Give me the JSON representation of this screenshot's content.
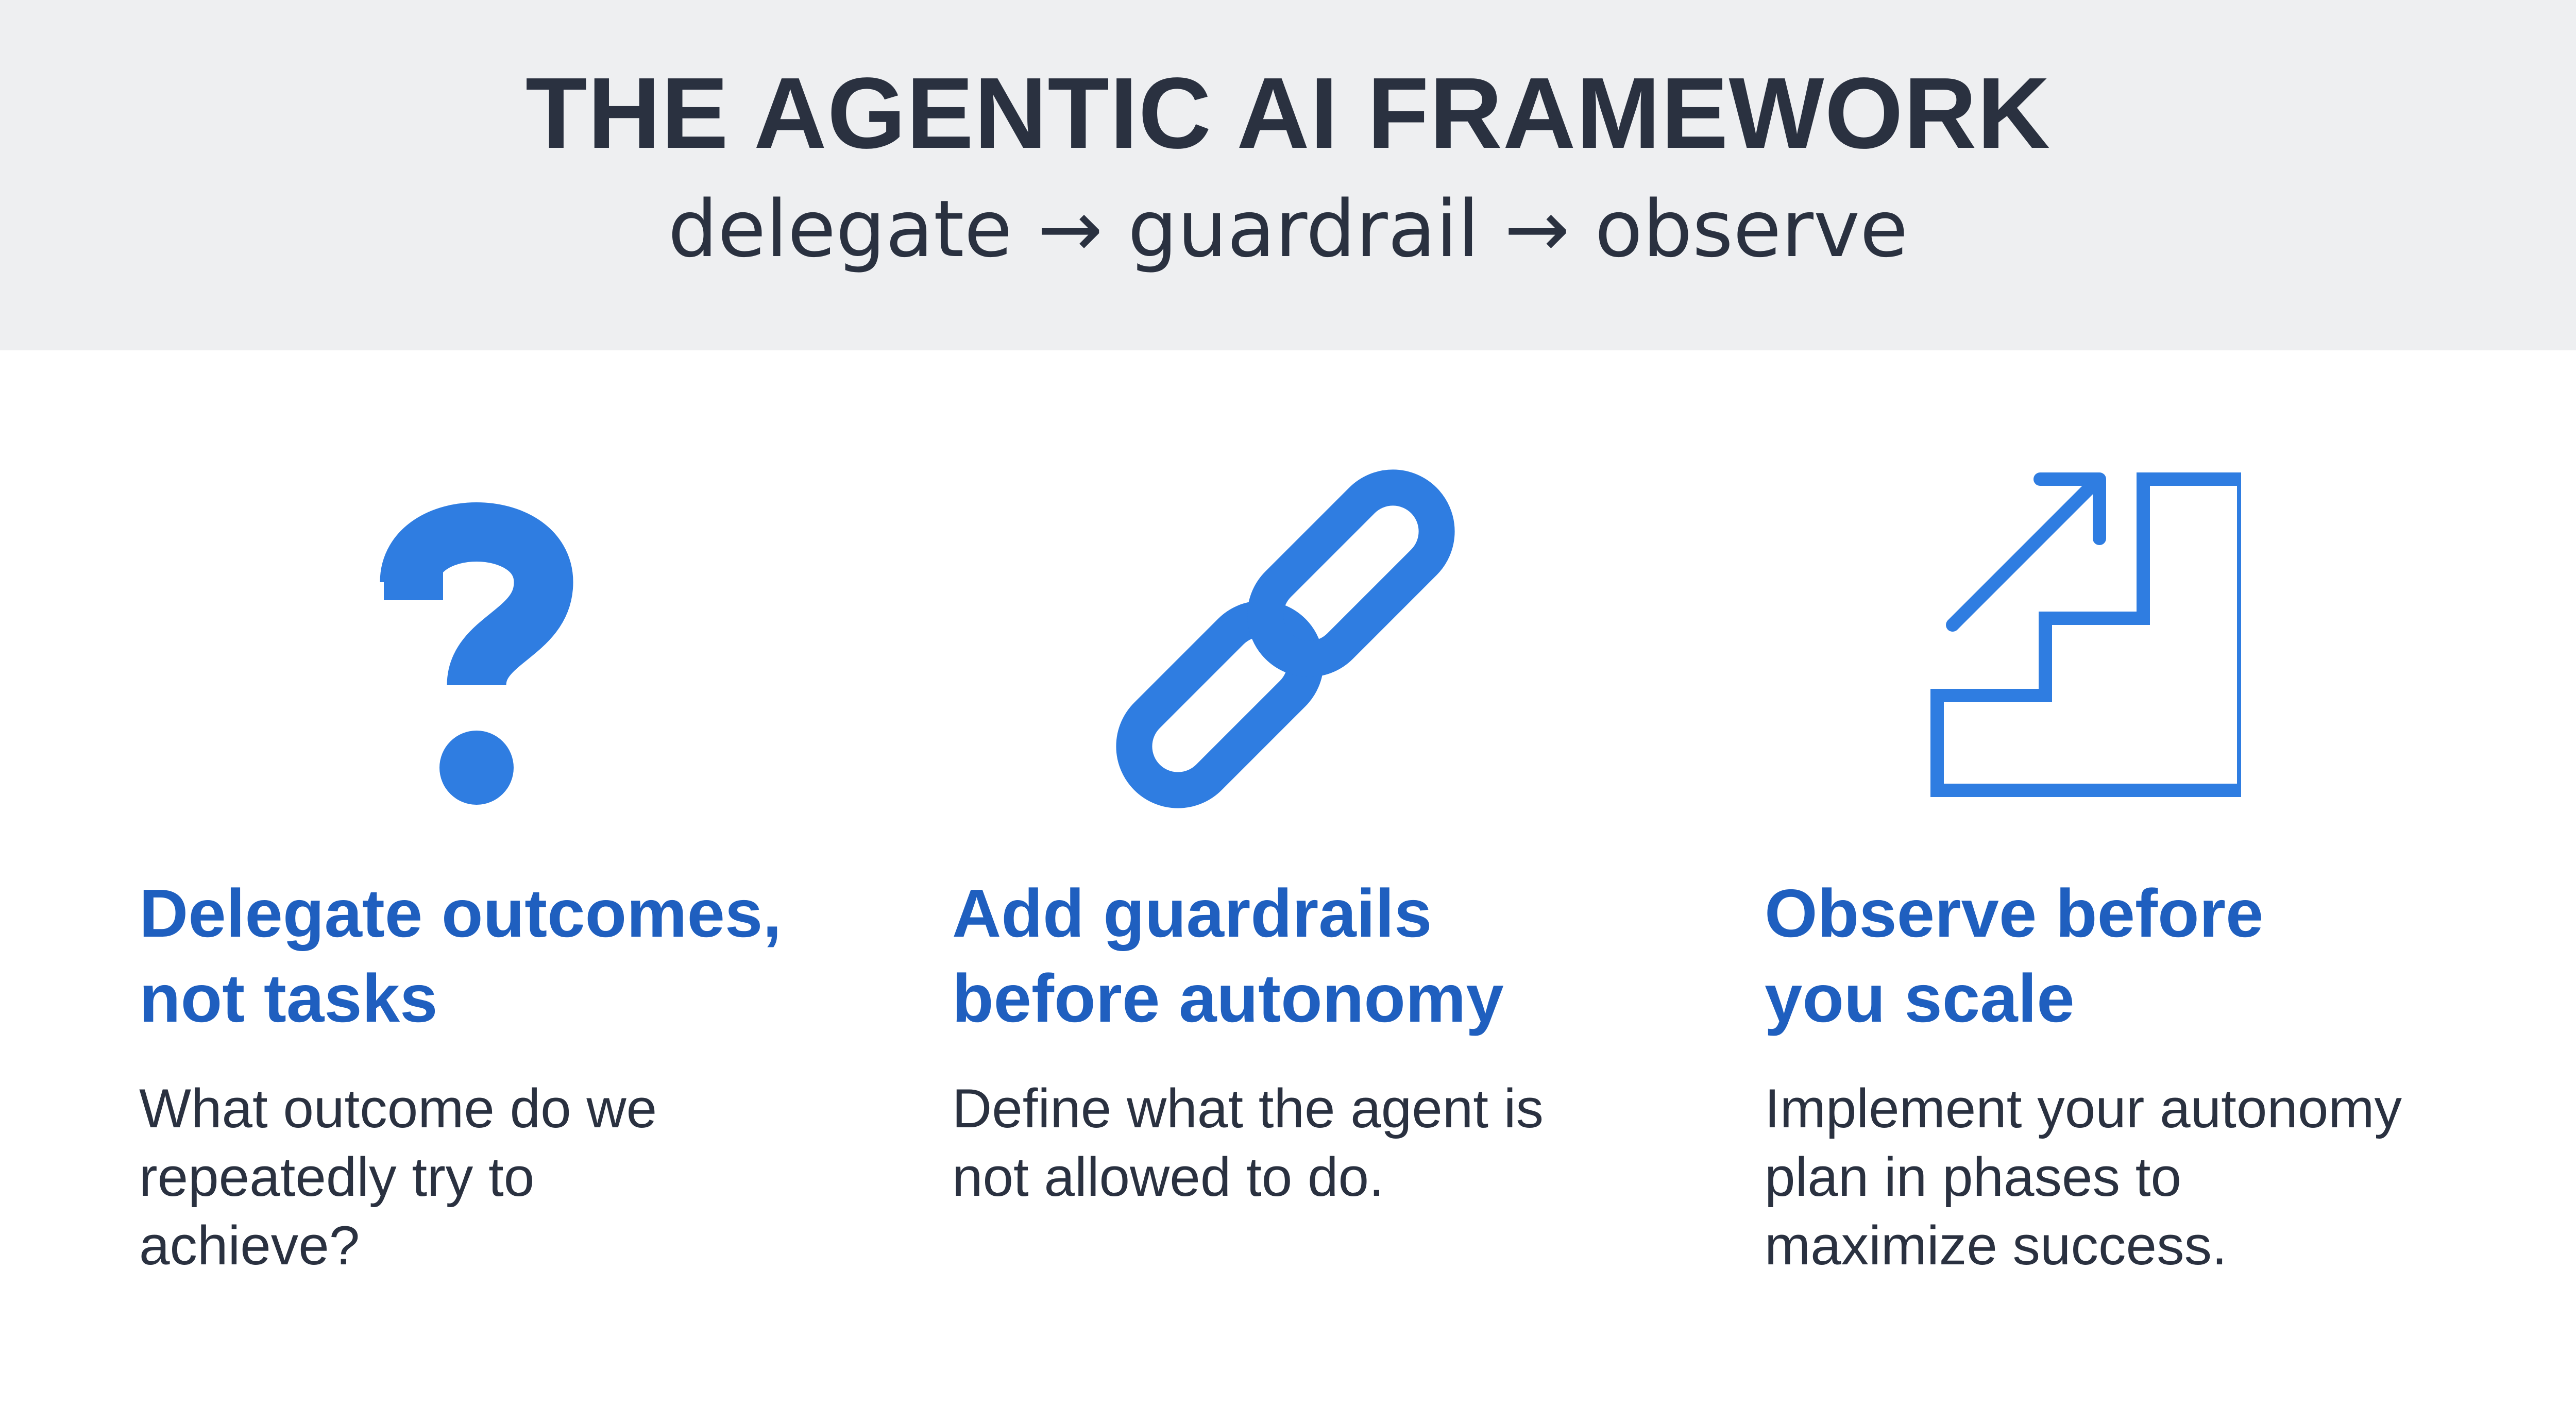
{
  "header": {
    "title": "THE AGENTIC AI FRAMEWORK",
    "subtitle": "delegate → guardrail → observe"
  },
  "colors": {
    "header_background": "#eeeff1",
    "title_text": "#2a3140",
    "accent_blue": "#2f7de1",
    "heading_blue": "#1f5fbf",
    "body_text": "#2a3140"
  },
  "columns": [
    {
      "icon": "question-mark-icon",
      "heading": "Delegate outcomes,\nnot tasks",
      "description": "What outcome do we\nrepeatedly try to\nachieve?"
    },
    {
      "icon": "chain-link-icon",
      "heading": "Add guardrails\nbefore autonomy",
      "description": "Define what the agent is\nnot allowed to do."
    },
    {
      "icon": "stairs-arrow-icon",
      "heading": "Observe before\nyou scale",
      "description": "Implement your autonomy\nplan in phases to\nmaximize success."
    }
  ]
}
